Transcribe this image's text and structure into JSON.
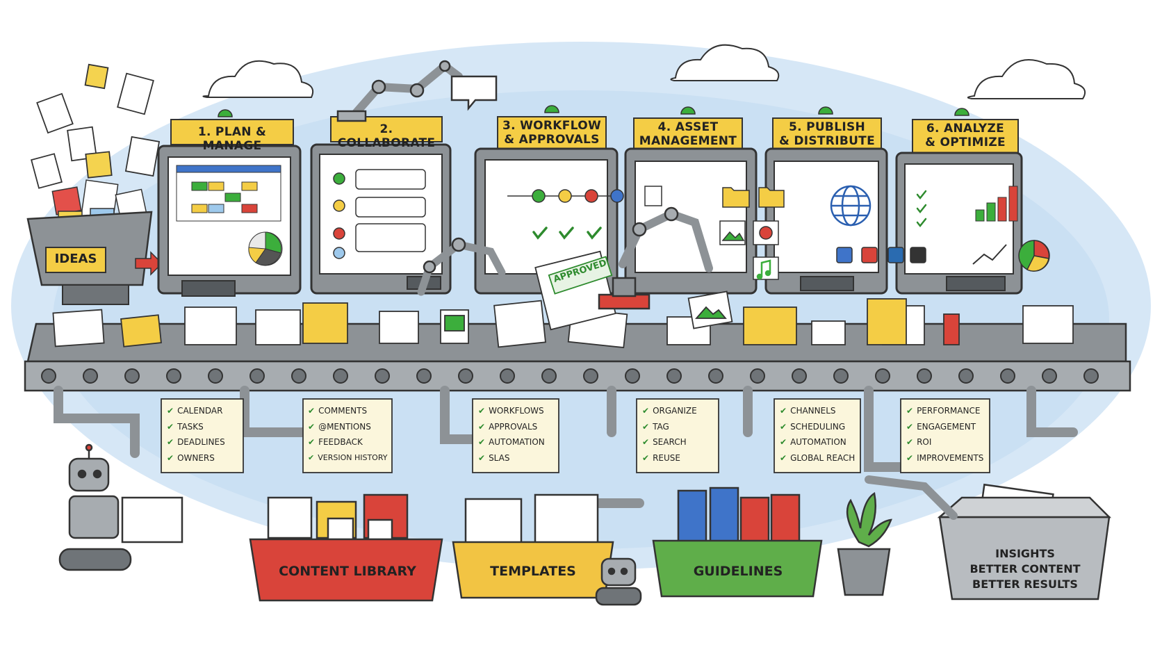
{
  "intake": {
    "label": "IDEAS"
  },
  "stages": [
    {
      "id": "plan",
      "title_lines": [
        "1. PLAN & MANAGE"
      ],
      "features": [
        "CALENDAR",
        "TASKS",
        "DEADLINES",
        "OWNERS"
      ]
    },
    {
      "id": "collaborate",
      "title_lines": [
        "2. COLLABORATE"
      ],
      "features": [
        "COMMENTS",
        "@MENTIONS",
        "FEEDBACK",
        "VERSION HISTORY"
      ]
    },
    {
      "id": "workflow",
      "title_lines": [
        "3. WORKFLOW",
        "& APPROVALS"
      ],
      "features": [
        "WORKFLOWS",
        "APPROVALS",
        "AUTOMATION",
        "SLAS"
      ]
    },
    {
      "id": "assets",
      "title_lines": [
        "4. ASSET",
        "MANAGEMENT"
      ],
      "features": [
        "ORGANIZE",
        "TAG",
        "SEARCH",
        "REUSE"
      ]
    },
    {
      "id": "publish",
      "title_lines": [
        "5. PUBLISH",
        "& DISTRIBUTE"
      ],
      "features": [
        "CHANNELS",
        "SCHEDULING",
        "AUTOMATION",
        "GLOBAL REACH"
      ]
    },
    {
      "id": "analyze",
      "title_lines": [
        "6. ANALYZE",
        "& OPTIMIZE"
      ],
      "features": [
        "PERFORMANCE",
        "ENGAGEMENT",
        "ROI",
        "IMPROVEMENTS"
      ]
    }
  ],
  "approved_stamp": "APPROVED",
  "bins": [
    {
      "label": "CONTENT LIBRARY",
      "color": "#d9443a"
    },
    {
      "label": "TEMPLATES",
      "color": "#f2c443"
    },
    {
      "label": "GUIDELINES",
      "color": "#5fae4a"
    }
  ],
  "output": {
    "lines": [
      "INSIGHTS",
      "BETTER CONTENT",
      "BETTER RESULTS"
    ]
  },
  "social_icons": [
    "mail-icon",
    "play-icon",
    "linkedin-icon",
    "x-icon"
  ],
  "colors": {
    "sky": "#cfe3f5",
    "machine": "#8d9296",
    "label_yellow": "#f4cd45",
    "check_green": "#2e8b2e",
    "light_green": "#3cae3c"
  }
}
